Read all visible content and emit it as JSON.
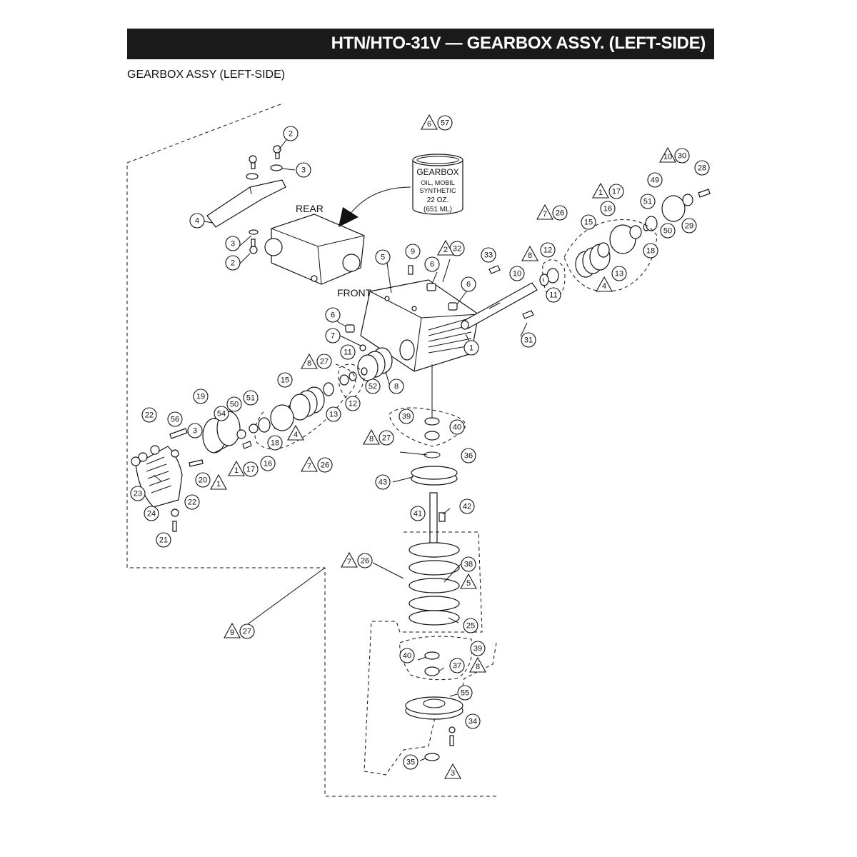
{
  "header": {
    "title": "HTN/HTO-31V — GEARBOX ASSY. (LEFT-SIDE)",
    "subtitle": "GEARBOX  ASSY (LEFT-SIDE)"
  },
  "labels": {
    "rear": "REAR",
    "front": "FRONT"
  },
  "oil_can": {
    "line1": "GEARBOX",
    "line2": "OIL, MOBIL",
    "line3": "SYNTHETIC",
    "line4": "22 OZ.",
    "line5": "(651 ML)"
  },
  "callouts": [
    {
      "num": "2"
    },
    {
      "num": "3"
    },
    {
      "num": "4"
    },
    {
      "num": "3"
    },
    {
      "num": "2"
    },
    {
      "num": "57"
    },
    {
      "num": "30"
    },
    {
      "num": "28"
    },
    {
      "num": "49"
    },
    {
      "num": "17"
    },
    {
      "num": "16"
    },
    {
      "num": "51"
    },
    {
      "num": "15"
    },
    {
      "num": "50"
    },
    {
      "num": "29"
    },
    {
      "num": "18"
    },
    {
      "num": "26"
    },
    {
      "num": "12"
    },
    {
      "num": "13"
    },
    {
      "num": "10"
    },
    {
      "num": "11"
    },
    {
      "num": "33"
    },
    {
      "num": "9"
    },
    {
      "num": "32"
    },
    {
      "num": "5"
    },
    {
      "num": "6"
    },
    {
      "num": "6"
    },
    {
      "num": "6"
    },
    {
      "num": "7"
    },
    {
      "num": "1"
    },
    {
      "num": "31"
    },
    {
      "num": "27"
    },
    {
      "num": "11"
    },
    {
      "num": "8"
    },
    {
      "num": "52"
    },
    {
      "num": "12"
    },
    {
      "num": "15"
    },
    {
      "num": "13"
    },
    {
      "num": "51"
    },
    {
      "num": "50"
    },
    {
      "num": "19"
    },
    {
      "num": "54"
    },
    {
      "num": "18"
    },
    {
      "num": "16"
    },
    {
      "num": "17"
    },
    {
      "num": "26"
    },
    {
      "num": "22"
    },
    {
      "num": "56"
    },
    {
      "num": "3"
    },
    {
      "num": "20"
    },
    {
      "num": "23"
    },
    {
      "num": "24"
    },
    {
      "num": "22"
    },
    {
      "num": "21"
    },
    {
      "num": "39"
    },
    {
      "num": "40"
    },
    {
      "num": "27"
    },
    {
      "num": "36"
    },
    {
      "num": "43"
    },
    {
      "num": "41"
    },
    {
      "num": "42"
    },
    {
      "num": "26"
    },
    {
      "num": "38"
    },
    {
      "num": "25"
    },
    {
      "num": "27"
    },
    {
      "num": "39"
    },
    {
      "num": "40"
    },
    {
      "num": "37"
    },
    {
      "num": "55"
    },
    {
      "num": "34"
    },
    {
      "num": "35"
    }
  ],
  "notes": [
    {
      "num": "6"
    },
    {
      "num": "10"
    },
    {
      "num": "1"
    },
    {
      "num": "7"
    },
    {
      "num": "8"
    },
    {
      "num": "4"
    },
    {
      "num": "2"
    },
    {
      "num": "8"
    },
    {
      "num": "4"
    },
    {
      "num": "1"
    },
    {
      "num": "1"
    },
    {
      "num": "7"
    },
    {
      "num": "8"
    },
    {
      "num": "7"
    },
    {
      "num": "5"
    },
    {
      "num": "9"
    },
    {
      "num": "8"
    },
    {
      "num": "3"
    }
  ]
}
